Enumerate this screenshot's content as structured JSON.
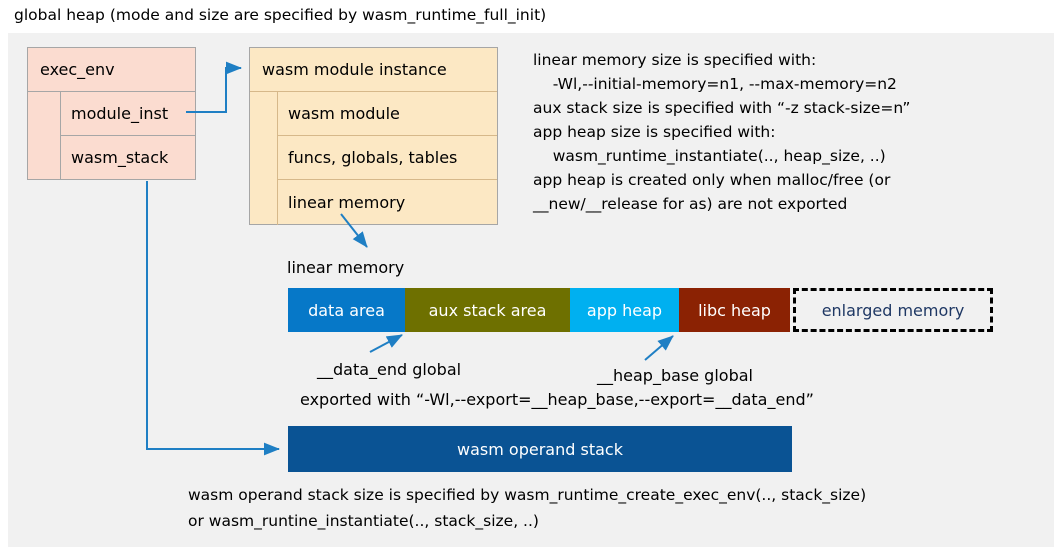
{
  "top_caption": "global heap (mode and size are specified by wasm_runtime_full_init)",
  "exec_env": {
    "title": "exec_env",
    "fields": [
      {
        "label": "module_inst"
      },
      {
        "label": "wasm_stack"
      }
    ]
  },
  "module_instance": {
    "title": "wasm module instance",
    "rows": [
      {
        "label": "wasm module"
      },
      {
        "label": "funcs, globals, tables"
      },
      {
        "label": "linear memory"
      }
    ]
  },
  "notes": "linear memory size is specified with:\n    -Wl,--initial-memory=n1, --max-memory=n2\naux stack size is specified with “-z stack-size=n”\napp heap size is specified with:\n    wasm_runtime_instantiate(.., heap_size, ..)\napp heap is created only when malloc/free (or\n__new/__release for as) are not exported",
  "linear_memory": {
    "label": "linear memory",
    "segments": [
      {
        "label": "data area",
        "color": "#0678c8",
        "text_color": "#ffffff",
        "dashed": false
      },
      {
        "label": "aux stack area",
        "color": "#6e7000",
        "text_color": "#ffffff",
        "dashed": false
      },
      {
        "label": "app heap",
        "color": "#00b0f0",
        "text_color": "#ffffff",
        "dashed": false
      },
      {
        "label": "libc heap",
        "color": "#8b2203",
        "text_color": "#ffffff",
        "dashed": false
      },
      {
        "label": "enlarged memory",
        "color": "#f1f1f1",
        "text_color": "#1f3864",
        "dashed": true
      }
    ]
  },
  "annotations": {
    "data_end": "__data_end global",
    "heap_base": "__heap_base global",
    "exported": "exported with “-Wl,--export=__heap_base,--export=__data_end”"
  },
  "operand_stack": {
    "label": "wasm operand stack",
    "color": "#0a5394"
  },
  "bottom_note": "wasm operand stack size is specified by wasm_runtime_create_exec_env(.., stack_size)\nor wasm_runtine_instantiate(.., stack_size, ..)",
  "colors": {
    "panel_background": "#f1f1f1",
    "exec_env_fill": "#fbdcd0",
    "module_instance_fill": "#fce8c4",
    "arrow": "#1f7fc4",
    "border": "#a6a6a6"
  }
}
